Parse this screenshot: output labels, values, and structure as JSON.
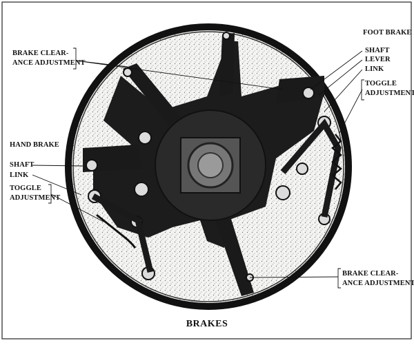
{
  "caption": "BRAKES",
  "foot_brake": {
    "title": "FOOT BRAKE",
    "shaft": "SHAFT",
    "lever": "LEVER",
    "link": "LINK",
    "toggle_1": "TOGGLE",
    "toggle_2": "ADJUSTMENT"
  },
  "hand_brake": {
    "title": "HAND BRAKE",
    "shaft": "SHAFT",
    "link": "LINK",
    "toggle_1": "TOGGLE",
    "toggle_2": "ADJUSTMENT"
  },
  "clearance_top": {
    "line1": "BRAKE CLEAR-",
    "line2": "ANCE ADJUSTMENT"
  },
  "clearance_bottom": {
    "line1": "BRAKE CLEAR-",
    "line2": "ANCE ADJUSTMENT"
  },
  "colors": {
    "ink": "#111111",
    "paper": "#ffffff",
    "stipple": "#8a8a8a"
  }
}
